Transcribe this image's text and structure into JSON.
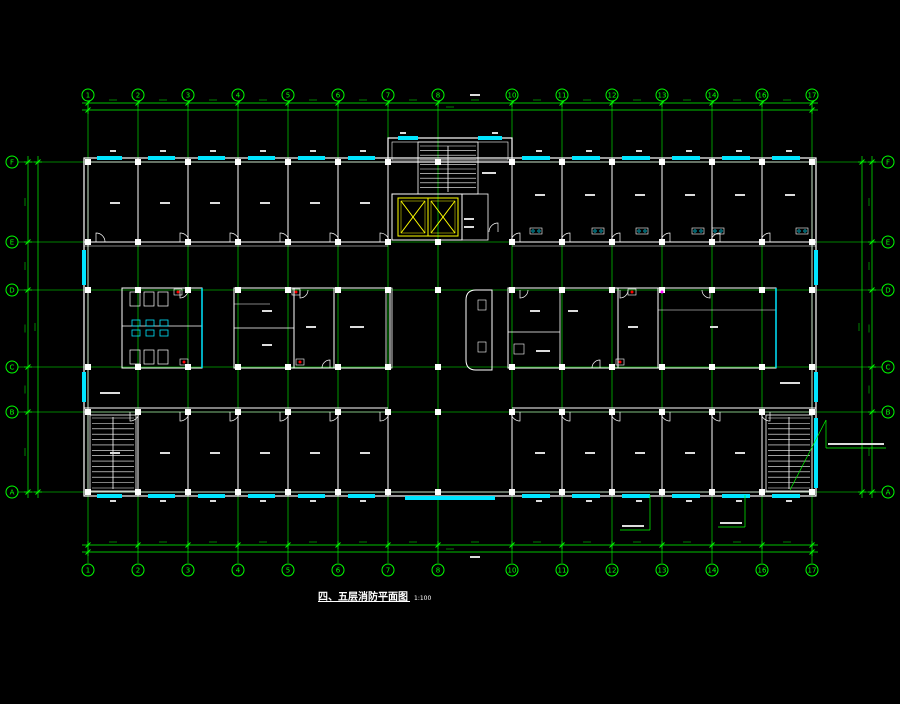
{
  "drawing": {
    "title": "四、五层消防平面图",
    "scale": "1:100",
    "background": "#000000",
    "colors": {
      "axis": "#00ff00",
      "dimension": "#00ff00",
      "wall": "#ffffff",
      "window": "#00e5ff",
      "door": "#ffffff",
      "elevator": "#ffff00",
      "stair": "#ffffff",
      "annotation": "#ffffff"
    }
  },
  "axes": {
    "vertical": [
      "1",
      "2",
      "3",
      "4",
      "5",
      "6",
      "7",
      "8",
      "10",
      "11",
      "12",
      "13",
      "14",
      "16",
      "17"
    ],
    "horizontal": [
      "F",
      "E",
      "D",
      "C",
      "B",
      "A"
    ]
  },
  "icons": {
    "axis_bubble": "axis-bubble-icon",
    "door_swing": "door-swing-icon",
    "elevator": "elevator-cross-icon",
    "stair": "stair-treads-icon",
    "extinguisher": "fire-extinguisher-icon"
  }
}
